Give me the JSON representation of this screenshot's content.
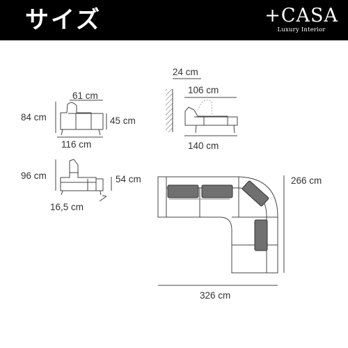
{
  "header": {
    "title": "サイズ",
    "brand_logo": "+CASA",
    "brand_sub": "Luxury Interior"
  },
  "module_a": {
    "seat_depth": "61 cm",
    "height": "84 cm",
    "seat_height": "45 cm",
    "width": "116 cm"
  },
  "module_b": {
    "height": "96 cm",
    "arm_height": "54 cm",
    "leg_gap": "16,5 cm"
  },
  "module_c": {
    "wall_gap": "24 cm",
    "recline_depth": "106 cm",
    "total_depth": "140 cm"
  },
  "plan": {
    "height": "266 cm",
    "width": "326 cm"
  },
  "colors": {
    "header_bg": "#000000",
    "header_text": "#ffffff",
    "line": "#444444",
    "cushion_dark": "#707070"
  }
}
